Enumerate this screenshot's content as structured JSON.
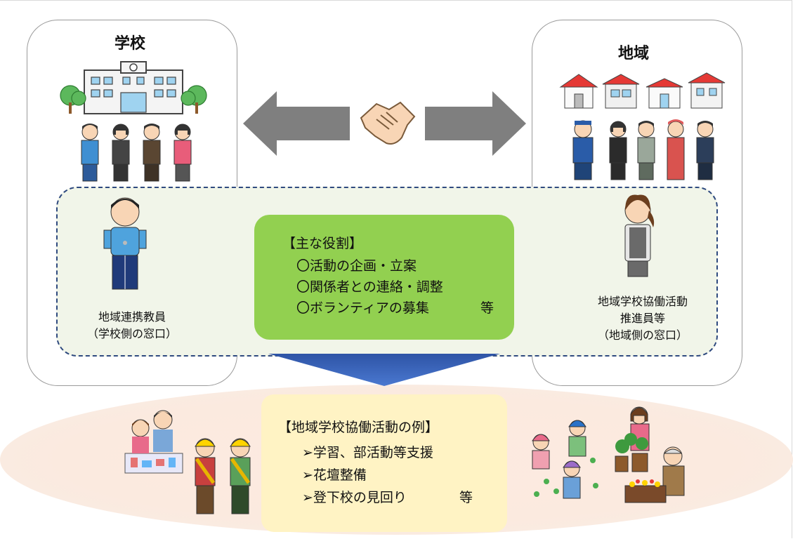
{
  "school": {
    "title": "学校",
    "teacher_label_line1": "地域連携教員",
    "teacher_label_line2": "（学校側の窓口）"
  },
  "community": {
    "title": "地域",
    "coordinator_label_line1": "地域学校協働活動",
    "coordinator_label_line2": "推進員等",
    "coordinator_label_line3": "（地域側の窓口）"
  },
  "roles": {
    "heading": "【主な役割】",
    "item1": "〇活動の企画・立案",
    "item2": "〇関係者との連絡・調整",
    "item3": "〇ボランティアの募集",
    "suffix": "等"
  },
  "examples": {
    "heading": "【地域学校協働活動の例】",
    "item1": "➢学習、部活動等支援",
    "item2": "➢花壇整備",
    "item3": "➢登下校の見回り",
    "suffix": "等"
  },
  "colors": {
    "roles_box": "#92d050",
    "examples_box": "#fff3c4",
    "arrow_gray": "#7f7f7f",
    "down_arrow": "#4472c4",
    "dashed_border": "#2f4a7f"
  }
}
